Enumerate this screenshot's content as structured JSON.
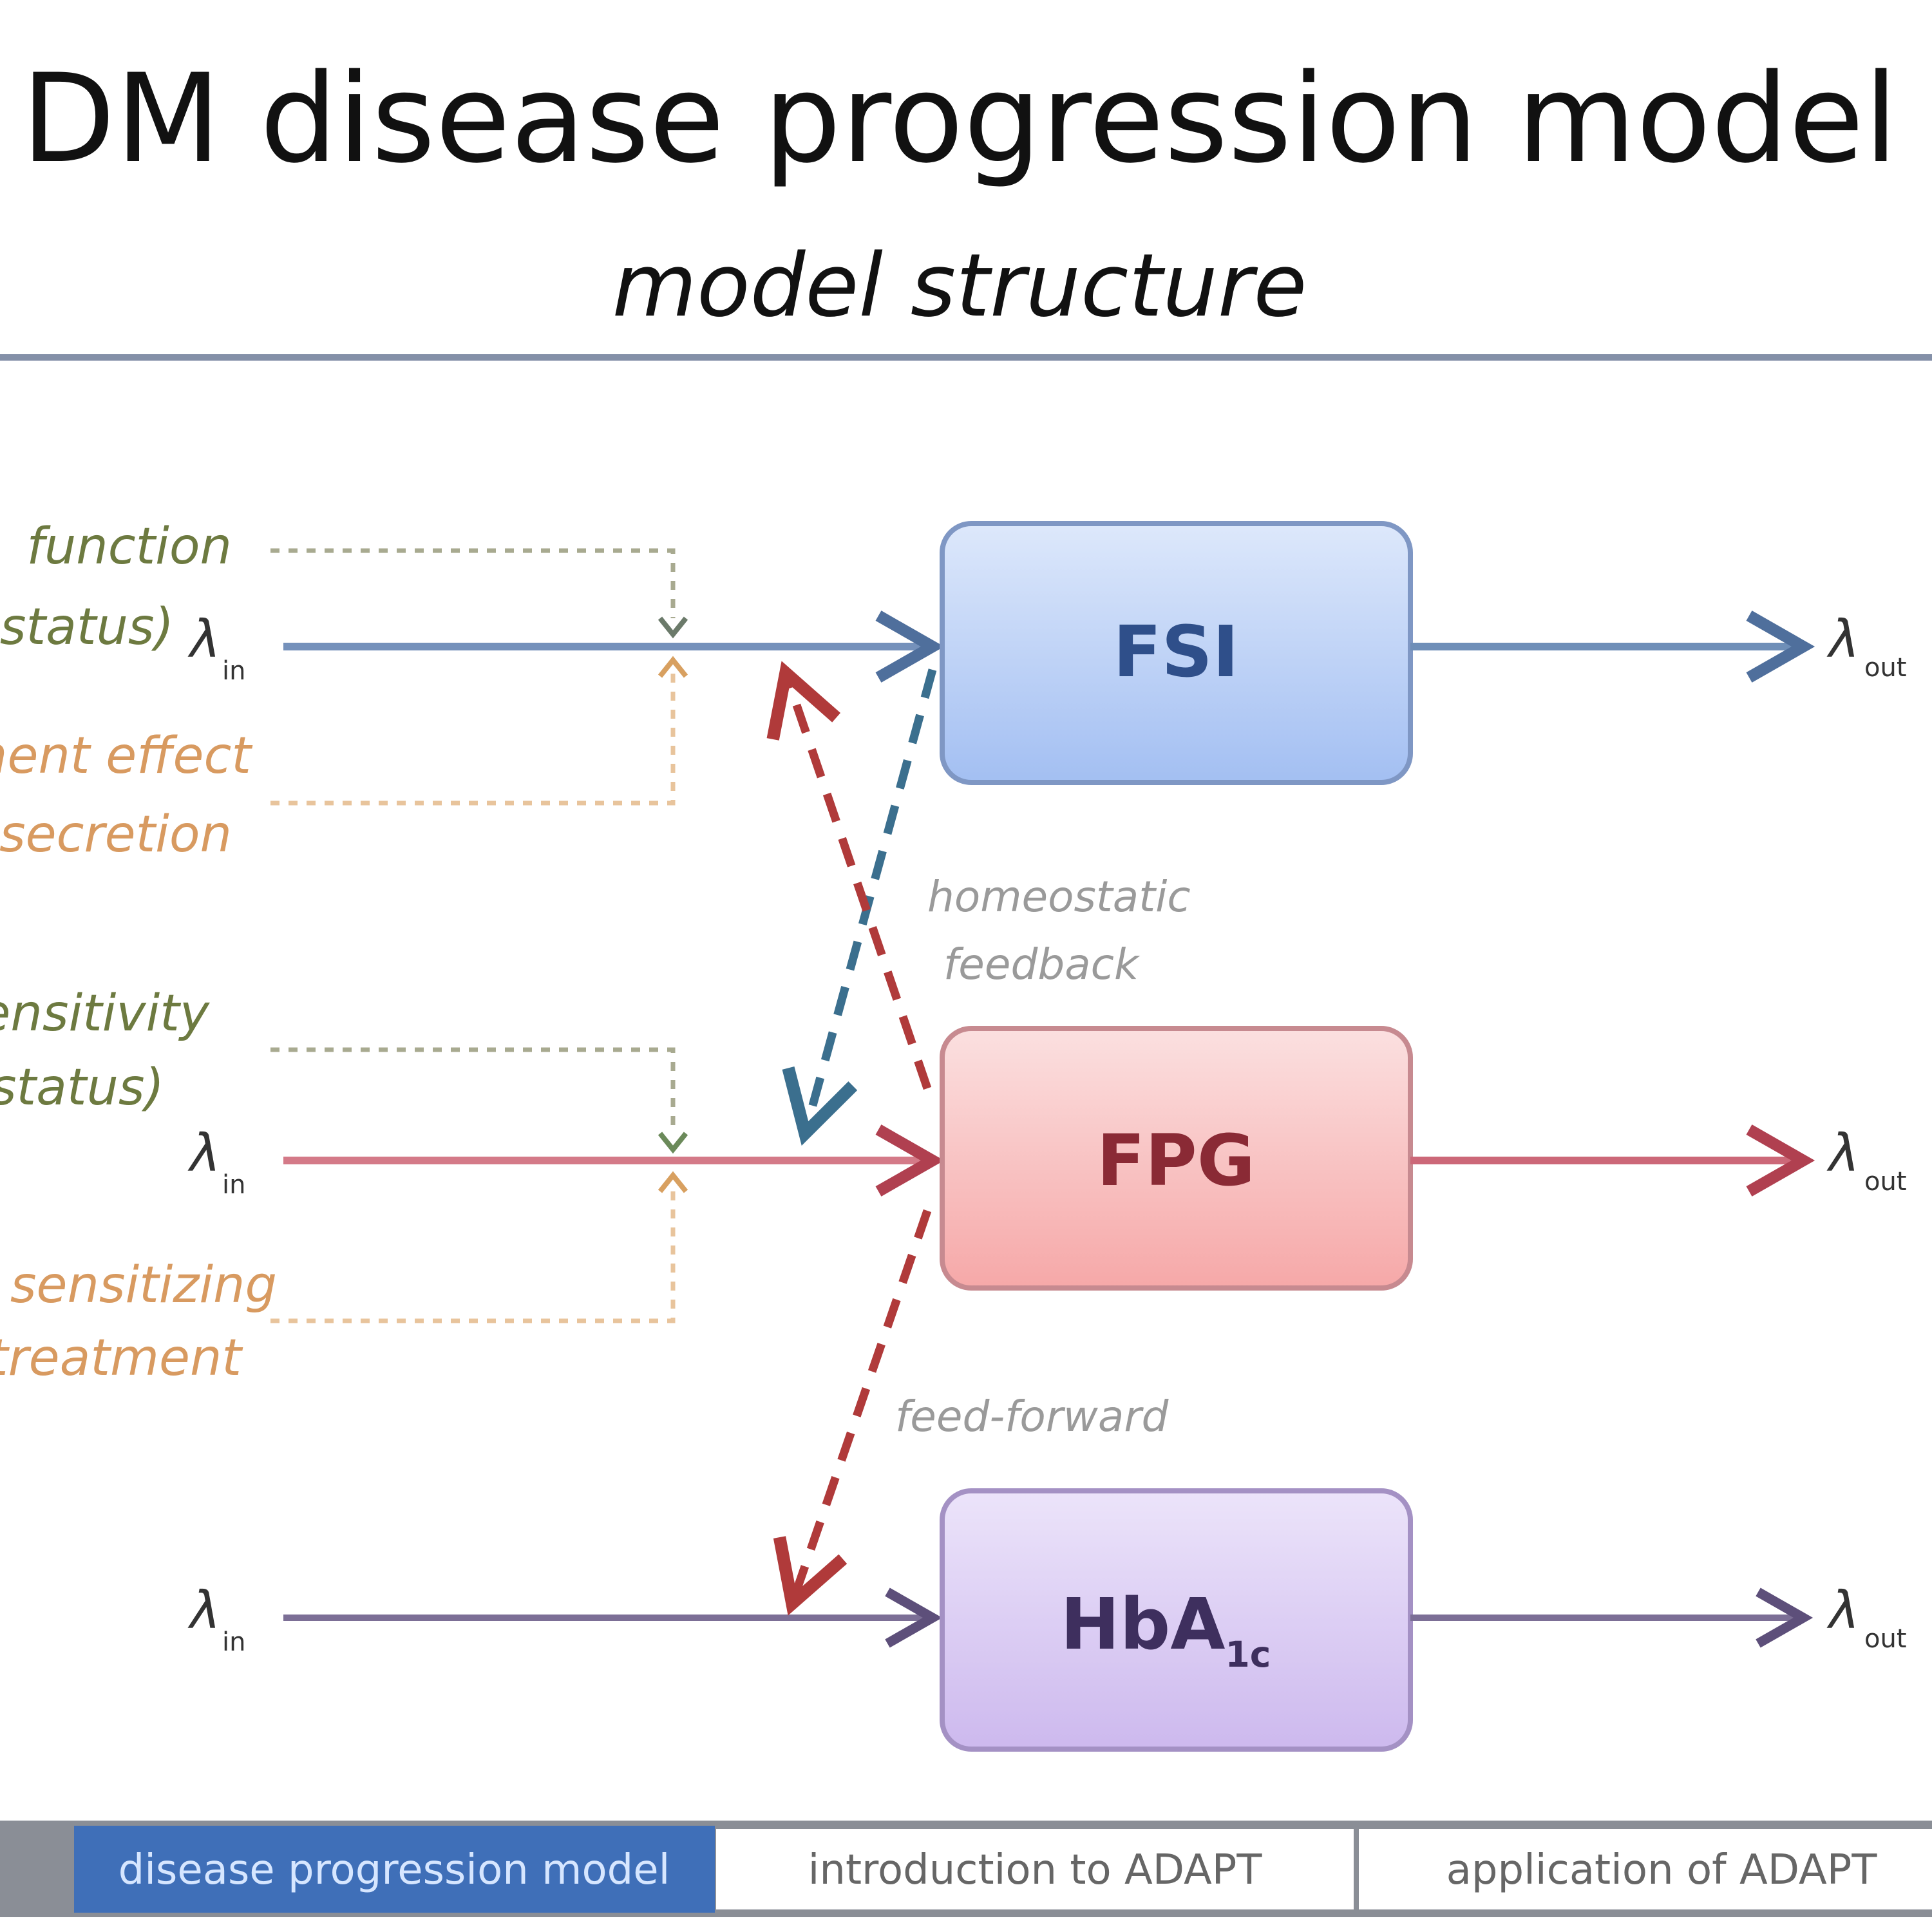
{
  "slide": {
    "title": "DM disease progression model",
    "subtitle": "model structure"
  },
  "diagram": {
    "boxes": [
      {
        "label": "FSI",
        "color": "#a9c4f3"
      },
      {
        "label": "FPG",
        "color": "#f7b3b3"
      },
      {
        "label": "HbA",
        "label_sub": "1c",
        "color": "#d3c2ef"
      }
    ],
    "input_symbol": "λ",
    "input_sub": "in",
    "output_symbol": "λ",
    "output_sub": "out",
    "side_labels": [
      {
        "line1": "function",
        "line2": "status)"
      },
      {
        "line1": "ment effect",
        "line2": "secretion"
      },
      {
        "line1": "sensitivity",
        "line2": "status)"
      },
      {
        "line1": "sensitizing",
        "line2": "treatment"
      }
    ],
    "notes": {
      "feedback_line1": "homeostatic",
      "feedback_line2": "feedback",
      "feedforward": "feed-forward"
    }
  },
  "nav": {
    "tabs": [
      {
        "label": "disease progression model",
        "active": true
      },
      {
        "label": "introduction to ADAPT",
        "active": false
      },
      {
        "label": "application of ADAPT",
        "active": false
      }
    ]
  }
}
